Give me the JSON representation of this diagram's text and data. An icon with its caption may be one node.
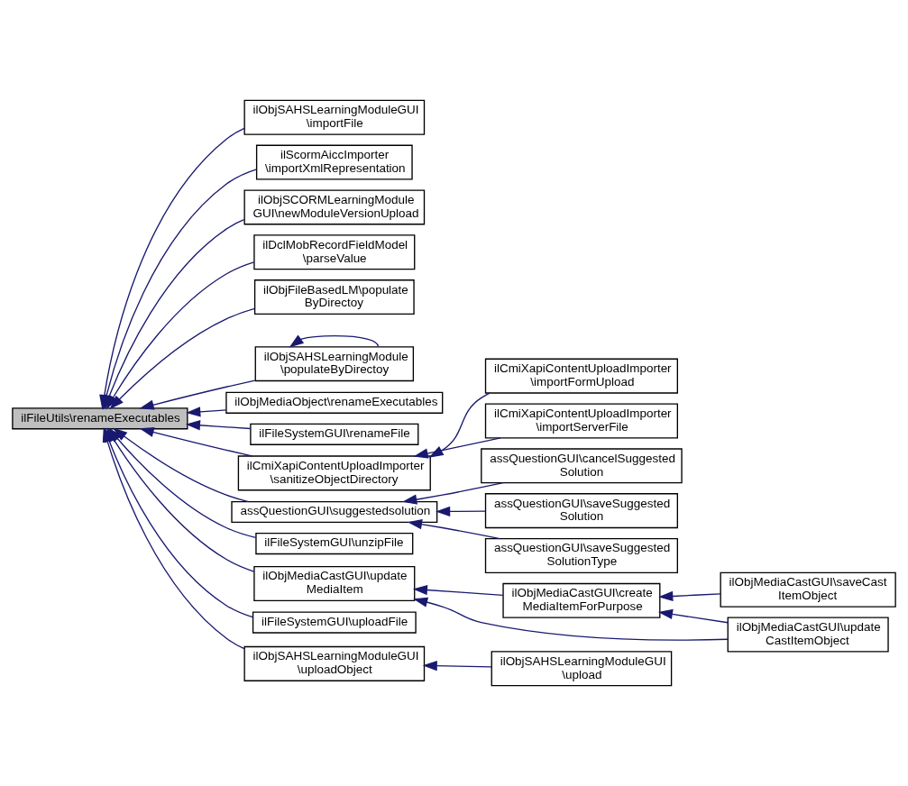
{
  "diagram": {
    "nodes": [
      {
        "text": [
          "ilFileUtils\\renameExecutables"
        ]
      },
      {
        "text": [
          "ilObjSAHSLearningModuleGUI \\importFile"
        ]
      },
      {
        "text": [
          "ilScormAiccImporter \\importXmlRepresentation"
        ]
      },
      {
        "text": [
          "ilObjSCORMLearningModule GUI\\newModuleVersionUpload"
        ]
      },
      {
        "text": [
          "ilDclMobRecordFieldModel \\parseValue"
        ]
      },
      {
        "text": [
          "ilObjFileBasedLM\\populate ByDirectoy"
        ]
      },
      {
        "text": [
          "ilObjSAHSLearningModule \\populateByDirectoy"
        ]
      },
      {
        "text": [
          "ilObjMediaObject\\renameExecutables"
        ]
      },
      {
        "text": [
          "ilFileSystemGUI\\renameFile"
        ]
      },
      {
        "text": [
          "ilCmiXapiContentUploadImporter \\sanitizeObjectDirectory"
        ]
      },
      {
        "text": [
          "assQuestionGUI\\suggestedsolution"
        ]
      },
      {
        "text": [
          "ilFileSystemGUI\\unzipFile"
        ]
      },
      {
        "text": [
          "ilObjMediaCastGUI\\update MediaItem"
        ]
      },
      {
        "text": [
          "ilFileSystemGUI\\uploadFile"
        ]
      },
      {
        "text": [
          "ilObjSAHSLearningModuleGUI \\uploadObject"
        ]
      },
      {
        "text": [
          "ilCmiXapiContentUploadImporter \\importFormUpload"
        ]
      },
      {
        "text": [
          "ilCmiXapiContentUploadImporter \\importServerFile"
        ]
      },
      {
        "text": [
          "assQuestionGUI\\cancelSuggested Solution"
        ]
      },
      {
        "text": [
          "assQuestionGUI\\saveSuggested Solution"
        ]
      },
      {
        "text": [
          "assQuestionGUI\\saveSuggested SolutionType"
        ]
      },
      {
        "text": [
          "ilObjMediaCastGUI\\create MediaItemForPurpose"
        ]
      },
      {
        "text": [
          "ilObjSAHSLearningModuleGUI \\upload"
        ]
      },
      {
        "text": [
          "ilObjMediaCastGUI\\saveCast ItemObject"
        ]
      },
      {
        "text": [
          "ilObjMediaCastGUI\\update CastItemObject"
        ]
      }
    ],
    "edges": [
      {
        "from": 1,
        "to": 0,
        "arrow": "to"
      },
      {
        "from": 2,
        "to": 0,
        "arrow": "to"
      },
      {
        "from": 3,
        "to": 0,
        "arrow": "to"
      },
      {
        "from": 4,
        "to": 0,
        "arrow": "to"
      },
      {
        "from": 5,
        "to": 0,
        "arrow": "to"
      },
      {
        "from": 6,
        "to": 0,
        "arrow": "to"
      },
      {
        "from": 6,
        "to": 6,
        "arrow": "to"
      },
      {
        "from": 7,
        "to": 0,
        "arrow": "to"
      },
      {
        "from": 8,
        "to": 0,
        "arrow": "to"
      },
      {
        "from": 9,
        "to": 0,
        "arrow": "to"
      },
      {
        "from": 10,
        "to": 0,
        "arrow": "to"
      },
      {
        "from": 11,
        "to": 0,
        "arrow": "to"
      },
      {
        "from": 12,
        "to": 0,
        "arrow": "to"
      },
      {
        "from": 13,
        "to": 0,
        "arrow": "to"
      },
      {
        "from": 14,
        "to": 0,
        "arrow": "to"
      },
      {
        "from": 15,
        "to": 9,
        "arrow": "to"
      },
      {
        "from": 16,
        "to": 9,
        "arrow": "to"
      },
      {
        "from": 17,
        "to": 10,
        "arrow": "to"
      },
      {
        "from": 18,
        "to": 10,
        "arrow": "to"
      },
      {
        "from": 19,
        "to": 10,
        "arrow": "to"
      },
      {
        "from": 20,
        "to": 12,
        "arrow": "to"
      },
      {
        "from": 23,
        "to": 12,
        "arrow": "to"
      },
      {
        "from": 21,
        "to": 14,
        "arrow": "to"
      },
      {
        "from": 22,
        "to": 20,
        "arrow": "to"
      },
      {
        "from": 23,
        "to": 20,
        "arrow": "to"
      }
    ]
  }
}
